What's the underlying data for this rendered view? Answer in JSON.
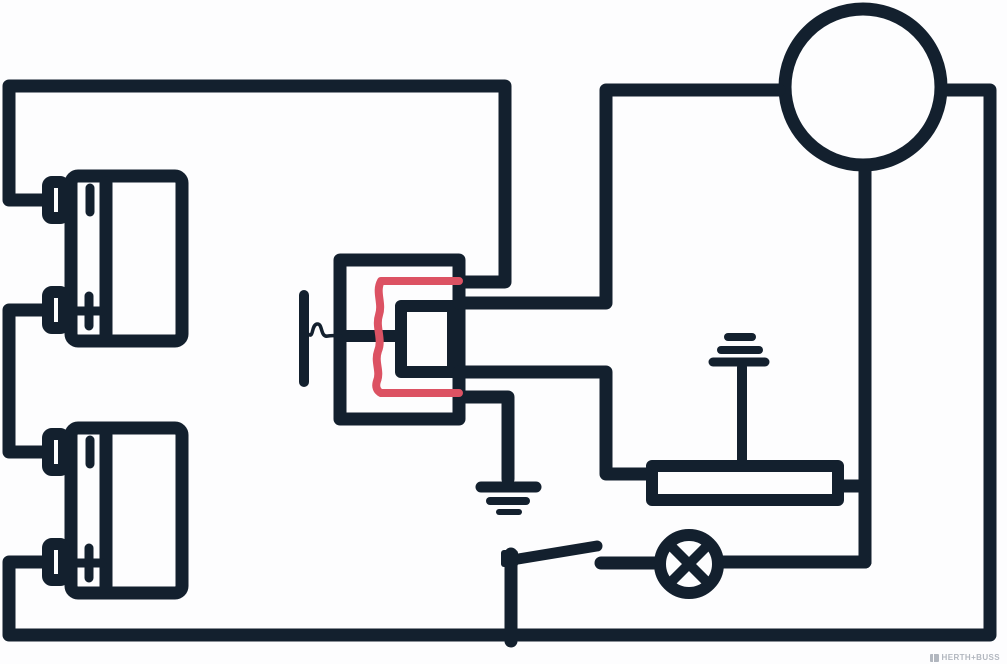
{
  "colors": {
    "line": "#13202e",
    "highlight": "#dc5263",
    "paper": "#fdfdfe",
    "logo": "#b2b7bf"
  },
  "footer": {
    "logo_text": "HERTH+BUSS"
  },
  "diagram": {
    "type": "automotive wiring schematic",
    "components": [
      {
        "id": "battery-1",
        "kind": "battery",
        "terminal_marks": [
          "minus",
          "plus"
        ]
      },
      {
        "id": "battery-2",
        "kind": "battery",
        "terminal_marks": [
          "minus",
          "plus"
        ]
      },
      {
        "id": "relay",
        "kind": "relay",
        "highlighted_path_color": "#dc5263"
      },
      {
        "id": "motor",
        "kind": "motor"
      },
      {
        "id": "resistor",
        "kind": "resistor"
      },
      {
        "id": "lamp",
        "kind": "indicator-lamp"
      },
      {
        "id": "switch",
        "kind": "switch",
        "state": "open"
      },
      {
        "id": "ground-1",
        "kind": "earth-ground"
      },
      {
        "id": "ground-2",
        "kind": "earth-ground"
      }
    ]
  }
}
